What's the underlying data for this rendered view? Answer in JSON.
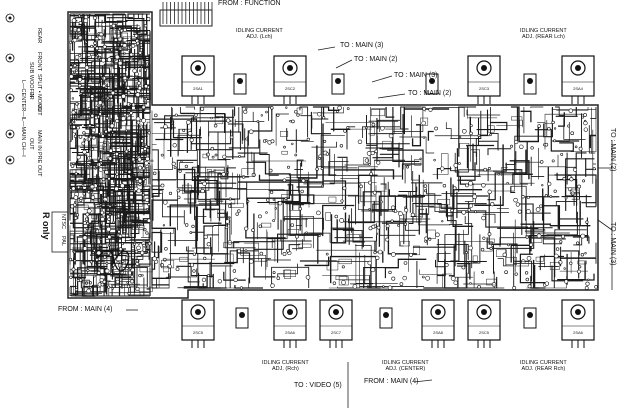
{
  "connectors": {
    "from_function": "FROM : FUNCTION",
    "to_main_3_a": "TO : MAIN (3)",
    "to_main_2_a": "TO : MAIN (2)",
    "to_main_3_b": "TO : MAIN (3)",
    "to_main_2_b": "TO : MAIN (2)",
    "to_main_2_right": "TO : MAIN (2)",
    "to_main_3_right": "TO : MAIN (3)",
    "from_main_4_left": "FROM : MAIN (4)",
    "to_video_5": "TO : VIDEO (5)",
    "from_main_4_bottom": "FROM : MAIN (4)"
  },
  "adjustments": {
    "idling_lch": [
      "IDLING CURRENT",
      "ADJ. (Lch)"
    ],
    "idling_rear_lch": [
      "IDLING CURRENT",
      "ADJ. (REAR Lch)"
    ],
    "idling_rch": [
      "IDLING CURRENT",
      "ADJ. (Rch)"
    ],
    "idling_center": [
      "IDLING CURRENT",
      "ADJ. (CENTER)"
    ],
    "idling_rear_rch": [
      "IDLING CURRENT",
      "ADJ. (REAR Rch)"
    ]
  },
  "left_jacks": {
    "sub_woofer": "SUB WOOFER",
    "front": "FRONT",
    "rear": "REAR",
    "in": "IN",
    "out_1": "OUT",
    "split_mono": "SPLIT • MONO",
    "center": "L—CENTER—I",
    "l_main_ch": "L—MAIN CH—I",
    "main_in": "MAIN IN",
    "pre_out": "PRE OUT",
    "out_2": "OUT"
  },
  "ntsc_pal": {
    "ntsc": "NTSC",
    "pal": "PAL"
  },
  "r_only": "R only",
  "transistors_top": [
    "2SA1",
    "2SC2",
    "2SC3",
    "2SA4"
  ],
  "transistors_bottom": [
    "2SC5",
    "2SA6",
    "2SC7",
    "2SA8"
  ]
}
